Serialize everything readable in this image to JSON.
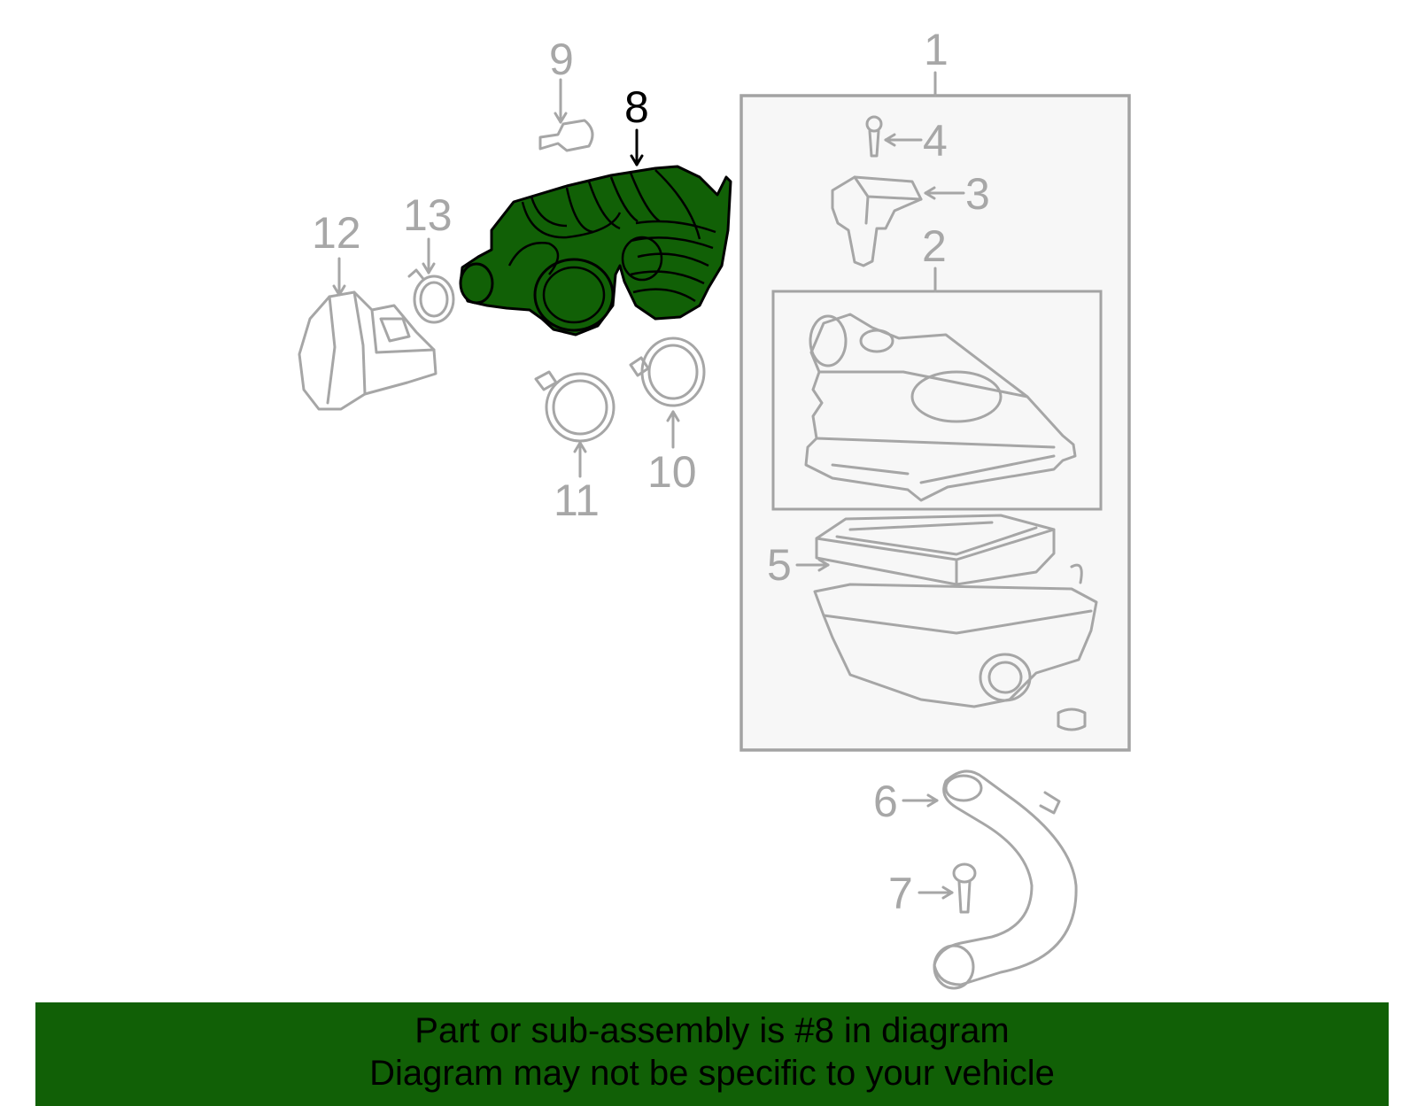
{
  "diagram": {
    "highlighted_part": "8",
    "callouts": {
      "c1": "1",
      "c2": "2",
      "c3": "3",
      "c4": "4",
      "c5": "5",
      "c6": "6",
      "c7": "7",
      "c8": "8",
      "c9": "9",
      "c10": "10",
      "c11": "11",
      "c12": "12",
      "c13": "13"
    },
    "colors": {
      "highlight": "#116006",
      "line": "#a6a6a6",
      "banner": "#116006"
    }
  },
  "banner": {
    "line1": "Part or sub-assembly is #8 in diagram",
    "line2": "Diagram may not be specific to your vehicle"
  }
}
